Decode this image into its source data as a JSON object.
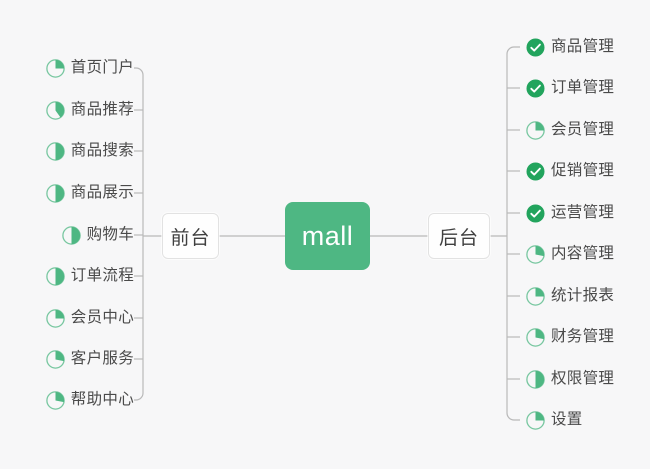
{
  "diagram": {
    "type": "mind-map",
    "background_color": "#f7f7f8",
    "accent_color": "#4eb783",
    "check_color": "#22a45d",
    "line_color": "#b9b9b9",
    "label_color": "#4a4a4a",
    "root": {
      "label": "mall"
    },
    "branches": [
      {
        "id": "frontend",
        "label": "前台",
        "side": "left",
        "children": [
          {
            "label": "首页门户",
            "icon": "pie-progress-icon",
            "progress": 25
          },
          {
            "label": "商品推荐",
            "icon": "pie-progress-icon",
            "progress": 40
          },
          {
            "label": "商品搜索",
            "icon": "pie-progress-icon",
            "progress": 50
          },
          {
            "label": "商品展示",
            "icon": "pie-progress-icon",
            "progress": 50
          },
          {
            "label": "购物车",
            "icon": "pie-progress-icon",
            "progress": 50
          },
          {
            "label": "订单流程",
            "icon": "pie-progress-icon",
            "progress": 50
          },
          {
            "label": "会员中心",
            "icon": "pie-progress-icon",
            "progress": 25
          },
          {
            "label": "客户服务",
            "icon": "pie-progress-icon",
            "progress": 28
          },
          {
            "label": "帮助中心",
            "icon": "pie-progress-icon",
            "progress": 28
          }
        ]
      },
      {
        "id": "backend",
        "label": "后台",
        "side": "right",
        "children": [
          {
            "label": "商品管理",
            "icon": "check-circle-icon",
            "progress": 100
          },
          {
            "label": "订单管理",
            "icon": "check-circle-icon",
            "progress": 100
          },
          {
            "label": "会员管理",
            "icon": "pie-progress-icon",
            "progress": 25
          },
          {
            "label": "促销管理",
            "icon": "check-circle-icon",
            "progress": 100
          },
          {
            "label": "运营管理",
            "icon": "check-circle-icon",
            "progress": 100
          },
          {
            "label": "内容管理",
            "icon": "pie-progress-icon",
            "progress": 28
          },
          {
            "label": "统计报表",
            "icon": "pie-progress-icon",
            "progress": 25
          },
          {
            "label": "财务管理",
            "icon": "pie-progress-icon",
            "progress": 28
          },
          {
            "label": "权限管理",
            "icon": "pie-progress-icon",
            "progress": 50
          },
          {
            "label": "设置",
            "icon": "pie-progress-icon",
            "progress": 25
          }
        ]
      }
    ]
  }
}
